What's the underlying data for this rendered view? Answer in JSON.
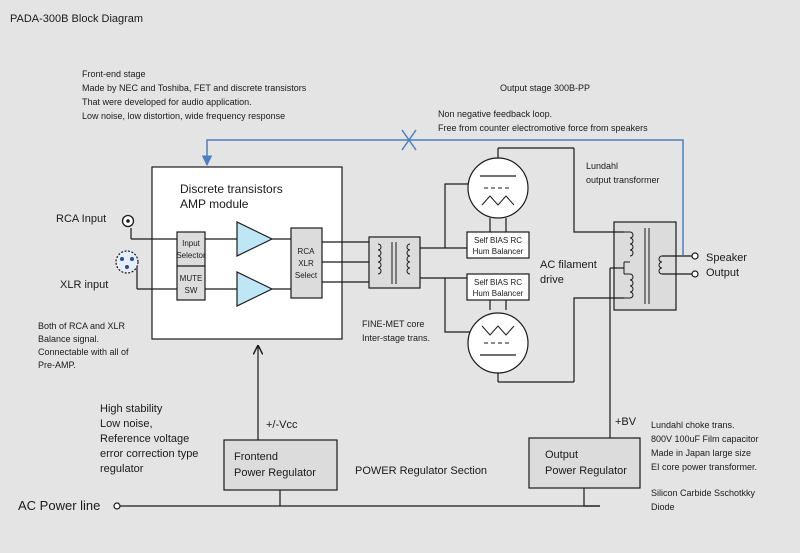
{
  "title": "PADA-300B Block Diagram",
  "frontend_note": [
    "Front-end stage",
    "Made by NEC and Toshiba, FET and  discrete transistors",
    "That were developed for audio application.",
    "Low noise, low distortion, wide frequency response"
  ],
  "output_stage_label": "Output stage  300B-PP",
  "feedback_note": [
    "Non negative feedback loop.",
    "Free from counter electromotive force from speakers"
  ],
  "amp_module_label": [
    "Discrete transistors",
    "AMP module"
  ],
  "input_selector_label": [
    "Input",
    "Selector"
  ],
  "mute_label": [
    "MUTE",
    "SW"
  ],
  "rca_select_label": [
    "RCA",
    "XLR",
    "Select"
  ],
  "rca_input_label": "RCA Input",
  "xlr_input_label": "XLR input",
  "balance_note": [
    "Both of RCA and XLR",
    "Balance signal.",
    "Connectable with all of",
    "Pre-AMP."
  ],
  "interstage_label": [
    "FINE-MET core",
    "Inter-stage trans."
  ],
  "bias_label": [
    "Self BIAS RC",
    "Hum Balancer"
  ],
  "lundahl_output_label": [
    "Lundahl",
    "output transformer"
  ],
  "ac_filament_label": [
    "AC filament",
    "drive"
  ],
  "speaker_label": [
    "Speaker",
    "Output"
  ],
  "frontend_reg_note": [
    "High stability",
    "Low noise,",
    "Reference voltage",
    "error correction type",
    "regulator"
  ],
  "vcc_label": "+/-Vcc",
  "frontend_reg_label": [
    "Frontend",
    "Power Regulator"
  ],
  "power_section_label": "POWER Regulator Section",
  "bv_label": "+BV",
  "output_reg_label": [
    "Output",
    "Power Regulator"
  ],
  "output_reg_note": [
    "Lundahl choke trans.",
    "800V 100uF Film capacitor",
    "Made in Japan large size",
    "EI core power transformer."
  ],
  "sic_note": [
    "Silicon Carbide Sschotkky",
    "Diode"
  ],
  "ac_line_label": "AC  Power line",
  "colors": {
    "background": "#e4e4e4",
    "box_fill": "#ffffff",
    "grey_box": "#dcdcdc",
    "amp_fill": "#bfe6f4",
    "feedback": "#4a7ec0"
  }
}
